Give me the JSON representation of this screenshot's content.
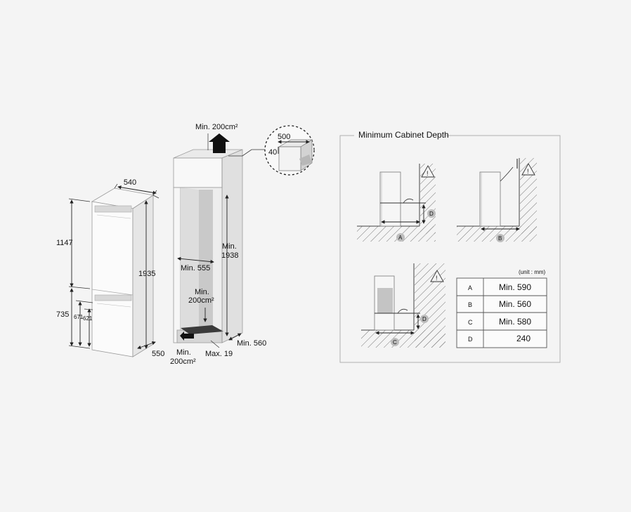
{
  "fridge": {
    "width": "540",
    "height_upper": "1147",
    "height_total": "1935",
    "height_lower": "735",
    "height_a": "671",
    "height_b": "621",
    "depth": "550"
  },
  "cabinet": {
    "top_vent": "Min. 200cm²",
    "inset_w": "500",
    "inset_h": "40",
    "height": "Min.\n1938",
    "height_line1": "Min.",
    "height_line2": "1938",
    "inner_width": "Min. 555",
    "rear_vent_line1": "Min.",
    "rear_vent_line2": "200cm²",
    "bottom_vent_line1": "Min.",
    "bottom_vent_line2": "200cm²",
    "plinth": "Max. 19",
    "depth": "Min. 560"
  },
  "panel": {
    "title": "Minimum Cabinet Depth",
    "unit": "(unit : mm)",
    "markers": {
      "a": "A",
      "b": "B",
      "c": "C",
      "d": "D"
    },
    "warning_glyph": "!",
    "table": [
      {
        "key": "A",
        "value": "Min. 590"
      },
      {
        "key": "B",
        "value": "Min. 560"
      },
      {
        "key": "C",
        "value": "Min. 580"
      },
      {
        "key": "D",
        "value": "240"
      }
    ]
  }
}
